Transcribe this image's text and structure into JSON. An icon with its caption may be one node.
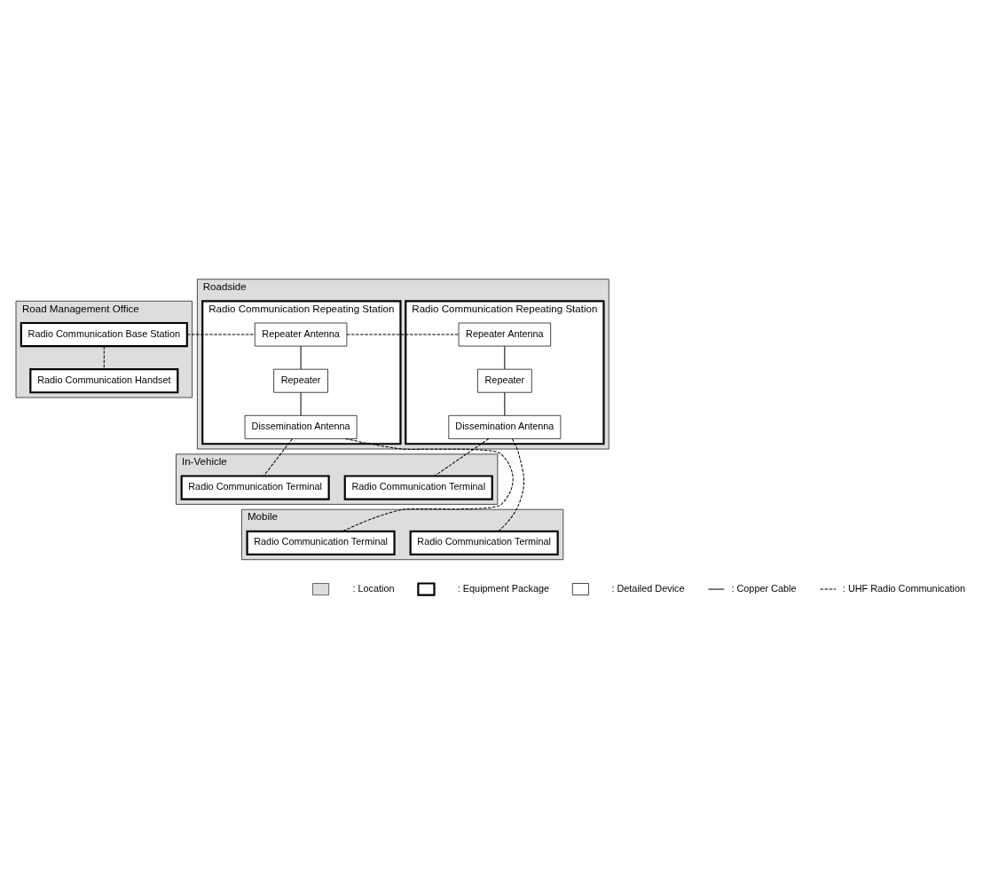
{
  "diagram": {
    "nodes": [
      {
        "text": [
          "Road Management Office"
        ]
      },
      {
        "text": [
          "Radio Communication Base Station"
        ],
        "in": 0
      },
      {
        "text": [
          "Radio Communication Handset"
        ],
        "in": 0
      },
      {
        "text": [
          "Roadside"
        ]
      },
      {
        "text": [
          "Radio Communication Repeating Station"
        ],
        "in": 3
      },
      {
        "text": [
          "Repeater Antenna"
        ],
        "in": 4
      },
      {
        "text": [
          "Repeater"
        ],
        "in": 4
      },
      {
        "text": [
          "Dissemination Antenna"
        ],
        "in": 4
      },
      {
        "text": [
          "Radio Communication Repeating Station"
        ],
        "in": 3
      },
      {
        "text": [
          "Repeater Antenna"
        ],
        "in": 8
      },
      {
        "text": [
          "Repeater"
        ],
        "in": 8
      },
      {
        "text": [
          "Dissemination Antenna"
        ],
        "in": 8
      },
      {
        "text": [
          "In-Vehicle"
        ]
      },
      {
        "text": [
          "Radio Communication Terminal"
        ],
        "in": 12
      },
      {
        "text": [
          "Radio Communication Terminal"
        ],
        "in": 12
      },
      {
        "text": [
          "Mobile"
        ]
      },
      {
        "text": [
          "Radio Communication Terminal"
        ],
        "in": 15
      },
      {
        "text": [
          "Radio Communication Terminal"
        ],
        "in": 15
      }
    ],
    "edges": [
      {
        "from": 1,
        "to": 5,
        "arrow": "none",
        "style": "dashed"
      },
      {
        "from": 1,
        "to": 2,
        "arrow": "none",
        "style": "dashed"
      },
      {
        "from": 5,
        "to": 6,
        "arrow": "none"
      },
      {
        "from": 6,
        "to": 7,
        "arrow": "none"
      },
      {
        "from": 5,
        "to": 9,
        "arrow": "none",
        "style": "dashed"
      },
      {
        "from": 9,
        "to": 10,
        "arrow": "none"
      },
      {
        "from": 10,
        "to": 11,
        "arrow": "none"
      },
      {
        "from": 7,
        "to": 13,
        "arrow": "none",
        "style": "dashed"
      },
      {
        "from": 7,
        "to": 16,
        "arrow": "none",
        "style": "dashed"
      },
      {
        "from": 11,
        "to": 14,
        "arrow": "none",
        "style": "dashed"
      },
      {
        "from": 11,
        "to": 17,
        "arrow": "none",
        "style": "dashed"
      }
    ],
    "legend": [
      {
        "text": ": Location",
        "color": "#dddddd"
      },
      {
        "text": ": Equipment Package"
      },
      {
        "text": ": Detailed Device"
      },
      {
        "text": ": Copper Cable"
      },
      {
        "text": ": UHF Radio Communication"
      }
    ]
  }
}
